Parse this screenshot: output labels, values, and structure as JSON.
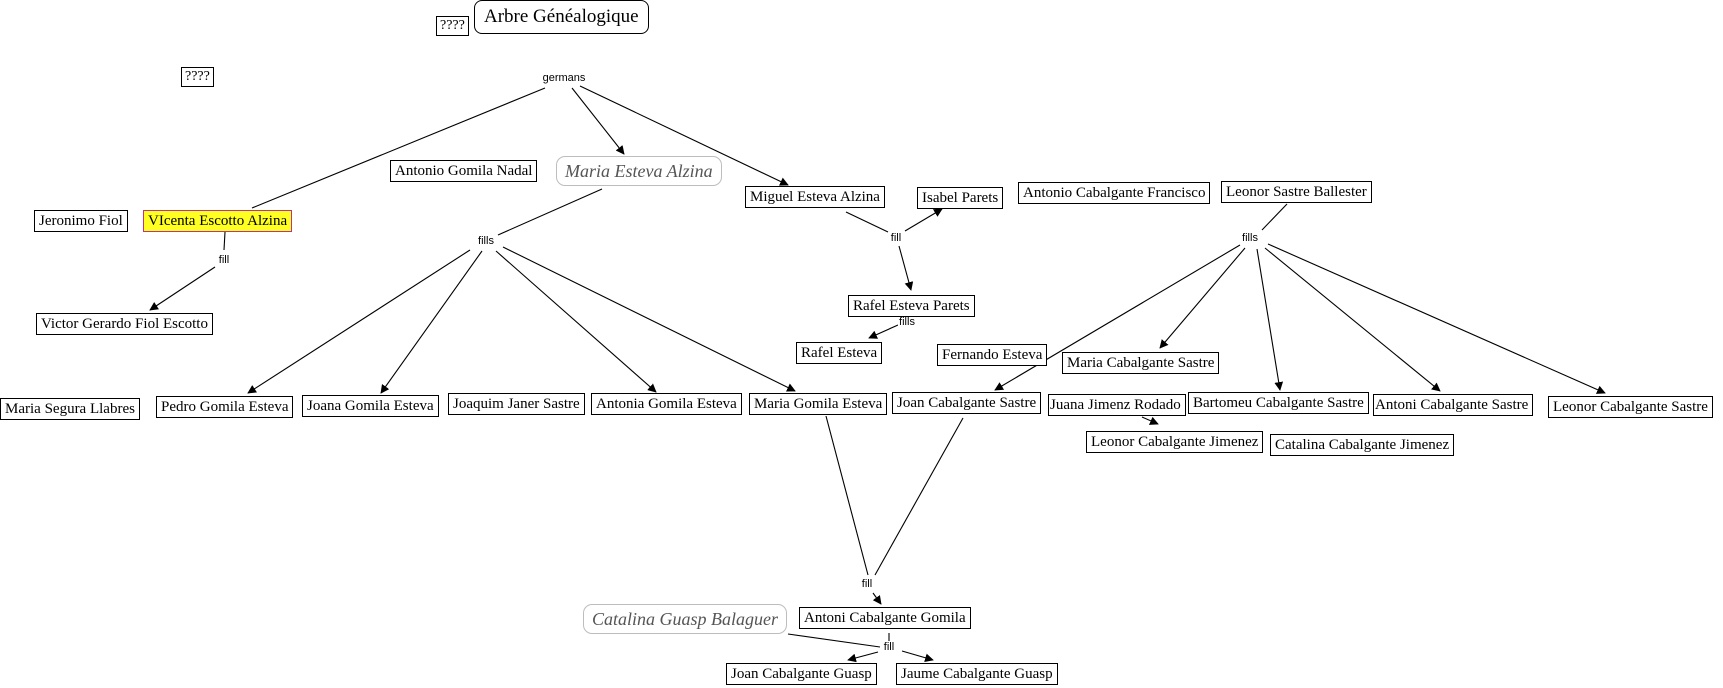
{
  "title": "Arbre Généalogique",
  "unknown_marker": "????",
  "connector_labels": {
    "siblings": "germans",
    "children": "fills",
    "child": "fill"
  },
  "nodes": {
    "q1": {
      "label": "????"
    },
    "q2": {
      "label": "????"
    },
    "title": {
      "label": "Arbre Généalogique"
    },
    "jeronimo": {
      "label": "Jeronimo Fiol"
    },
    "vicenta": {
      "label": "VIcenta Escotto Alzina",
      "highlight_color": "#ffff22",
      "border_color": "#c0308c"
    },
    "victor": {
      "label": "Victor Gerardo Fiol Escotto"
    },
    "antonio_gn": {
      "label": "Antonio Gomila Nadal"
    },
    "maria_ea": {
      "label": "Maria Esteva Alzina",
      "style": "gray-italic"
    },
    "miguel": {
      "label": "Miguel Esteva Alzina"
    },
    "isabel": {
      "label": "Isabel Parets"
    },
    "rafel_ep": {
      "label": "Rafel Esteva Parets"
    },
    "rafel_e": {
      "label": "Rafel Esteva"
    },
    "antonio_cf": {
      "label": "Antonio Cabalgante Francisco"
    },
    "leonor_sb": {
      "label": "Leonor Sastre Ballester"
    },
    "fernando": {
      "label": "Fernando Esteva"
    },
    "maria_cs": {
      "label": "Maria Cabalgante Sastre"
    },
    "maria_sl": {
      "label": "Maria Segura Llabres"
    },
    "pedro": {
      "label": "Pedro Gomila Esteva"
    },
    "joana": {
      "label": "Joana Gomila Esteva"
    },
    "joaquim": {
      "label": "Joaquim Janer Sastre"
    },
    "antonia": {
      "label": "Antonia Gomila Esteva"
    },
    "maria_ge": {
      "label": "Maria Gomila Esteva"
    },
    "joan_cs": {
      "label": "Joan Cabalgante Sastre"
    },
    "juana": {
      "label": "Juana Jimenz Rodado"
    },
    "bartomeu": {
      "label": "Bartomeu Cabalgante Sastre"
    },
    "antoni_cs": {
      "label": "Antoni Cabalgante Sastre"
    },
    "leonor_cs": {
      "label": "Leonor Cabalgante Sastre"
    },
    "leonor_cj": {
      "label": "Leonor Cabalgante Jimenez"
    },
    "catalina_cj": {
      "label": "Catalina Cabalgante Jimenez"
    },
    "catalina_gb": {
      "label": "Catalina Guasp Balaguer",
      "style": "gray-italic"
    },
    "antoni_cg": {
      "label": "Antoni Cabalgante Gomila"
    },
    "joan_cg": {
      "label": "Joan Cabalgante Guasp"
    },
    "jaume_cg": {
      "label": "Jaume Cabalgante Guasp"
    }
  },
  "connectors": [
    {
      "id": "c_germans",
      "label": "germans",
      "from": [],
      "to": [
        "vicenta",
        "maria_ea",
        "miguel"
      ]
    },
    {
      "id": "c_fill_vicenta",
      "label": "fill",
      "from": [
        "vicenta"
      ],
      "to": [
        "victor"
      ]
    },
    {
      "id": "c_fills_maria",
      "label": "fills",
      "from": [
        "maria_ea"
      ],
      "to": [
        "pedro",
        "joana",
        "antonia",
        "maria_ge"
      ]
    },
    {
      "id": "c_fill_miguel",
      "label": "fill",
      "from": [
        "miguel"
      ],
      "to": [
        "isabel",
        "rafel_ep"
      ]
    },
    {
      "id": "c_fills_rafel",
      "label": "fills",
      "from": [
        "rafel_ep"
      ],
      "to": [
        "rafel_e"
      ]
    },
    {
      "id": "c_fills_leonor",
      "label": "fills",
      "from": [
        "leonor_sb"
      ],
      "to": [
        "joan_cs",
        "maria_cs",
        "bartomeu",
        "antoni_cs",
        "leonor_cs"
      ]
    },
    {
      "id": "c_fill_joan",
      "label": "fill",
      "from": [
        "maria_ge",
        "joan_cs"
      ],
      "to": [
        "antoni_cg"
      ]
    },
    {
      "id": "c_fill_antoni",
      "label": "fill",
      "from": [
        "antoni_cg",
        "catalina_gb"
      ],
      "to": [
        "joan_cg",
        "jaume_cg"
      ]
    }
  ]
}
